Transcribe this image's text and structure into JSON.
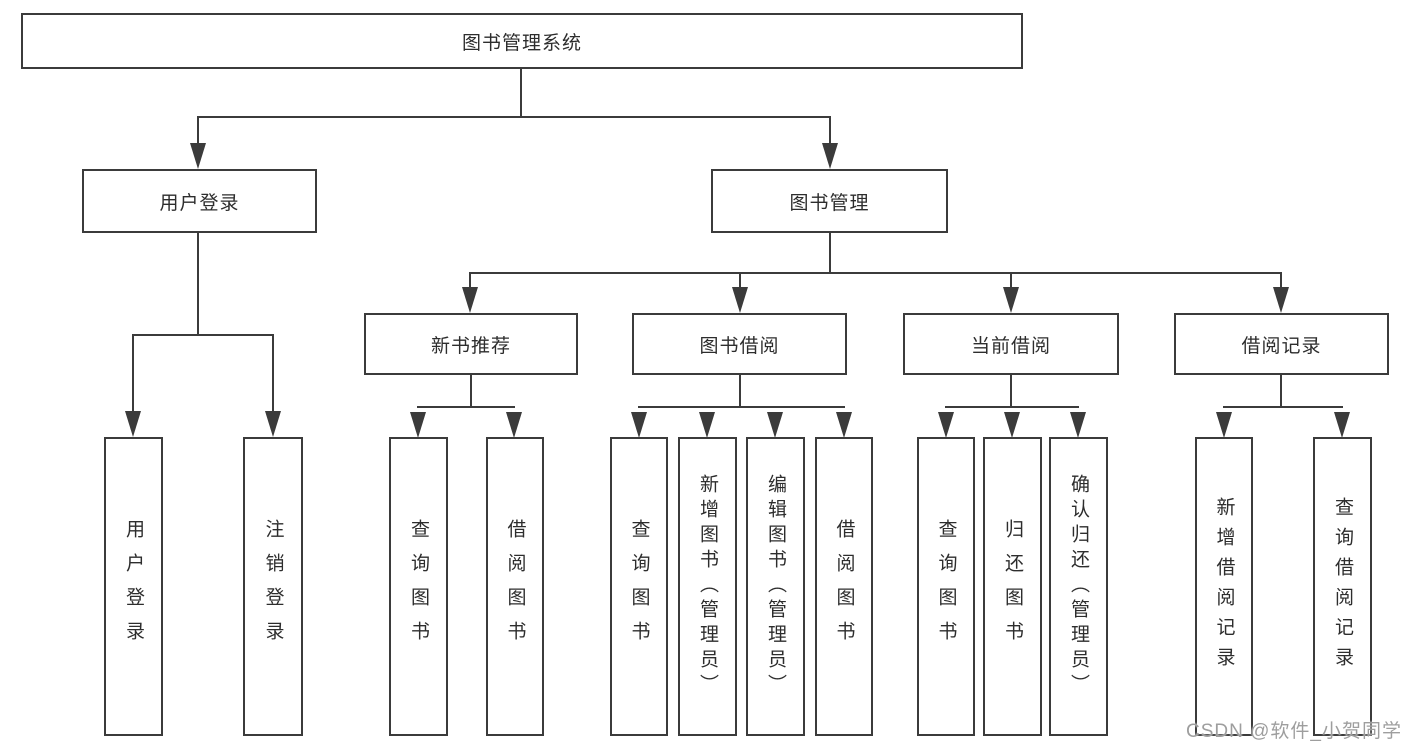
{
  "nodes": {
    "root": "图书管理系统",
    "user_login": "用户登录",
    "book_mgmt": "图书管理",
    "new_book_rec": "新书推荐",
    "book_borrow": "图书借阅",
    "current_borrow": "当前借阅",
    "borrow_records": "借阅记录",
    "ul_login": "用户登录",
    "ul_logout": "注销登录",
    "nb_query": "查询图书",
    "nb_borrow": "借阅图书",
    "bb_query": "查询图书",
    "bb_add": "新增图书（管理员）",
    "bb_edit": "编辑图书（管理员）",
    "bb_borrow": "借阅图书",
    "cb_query": "查询图书",
    "cb_return": "归还图书",
    "cb_confirm": "确认归还（管理员）",
    "br_add": "新增借阅记录",
    "br_query": "查询借阅记录"
  },
  "watermark": "CSDN @软件_小贺同学",
  "colors": {
    "line": "#3b3b3b",
    "text": "#2d2d2d",
    "watermark": "#9e9e9e",
    "background": "#ffffff"
  }
}
